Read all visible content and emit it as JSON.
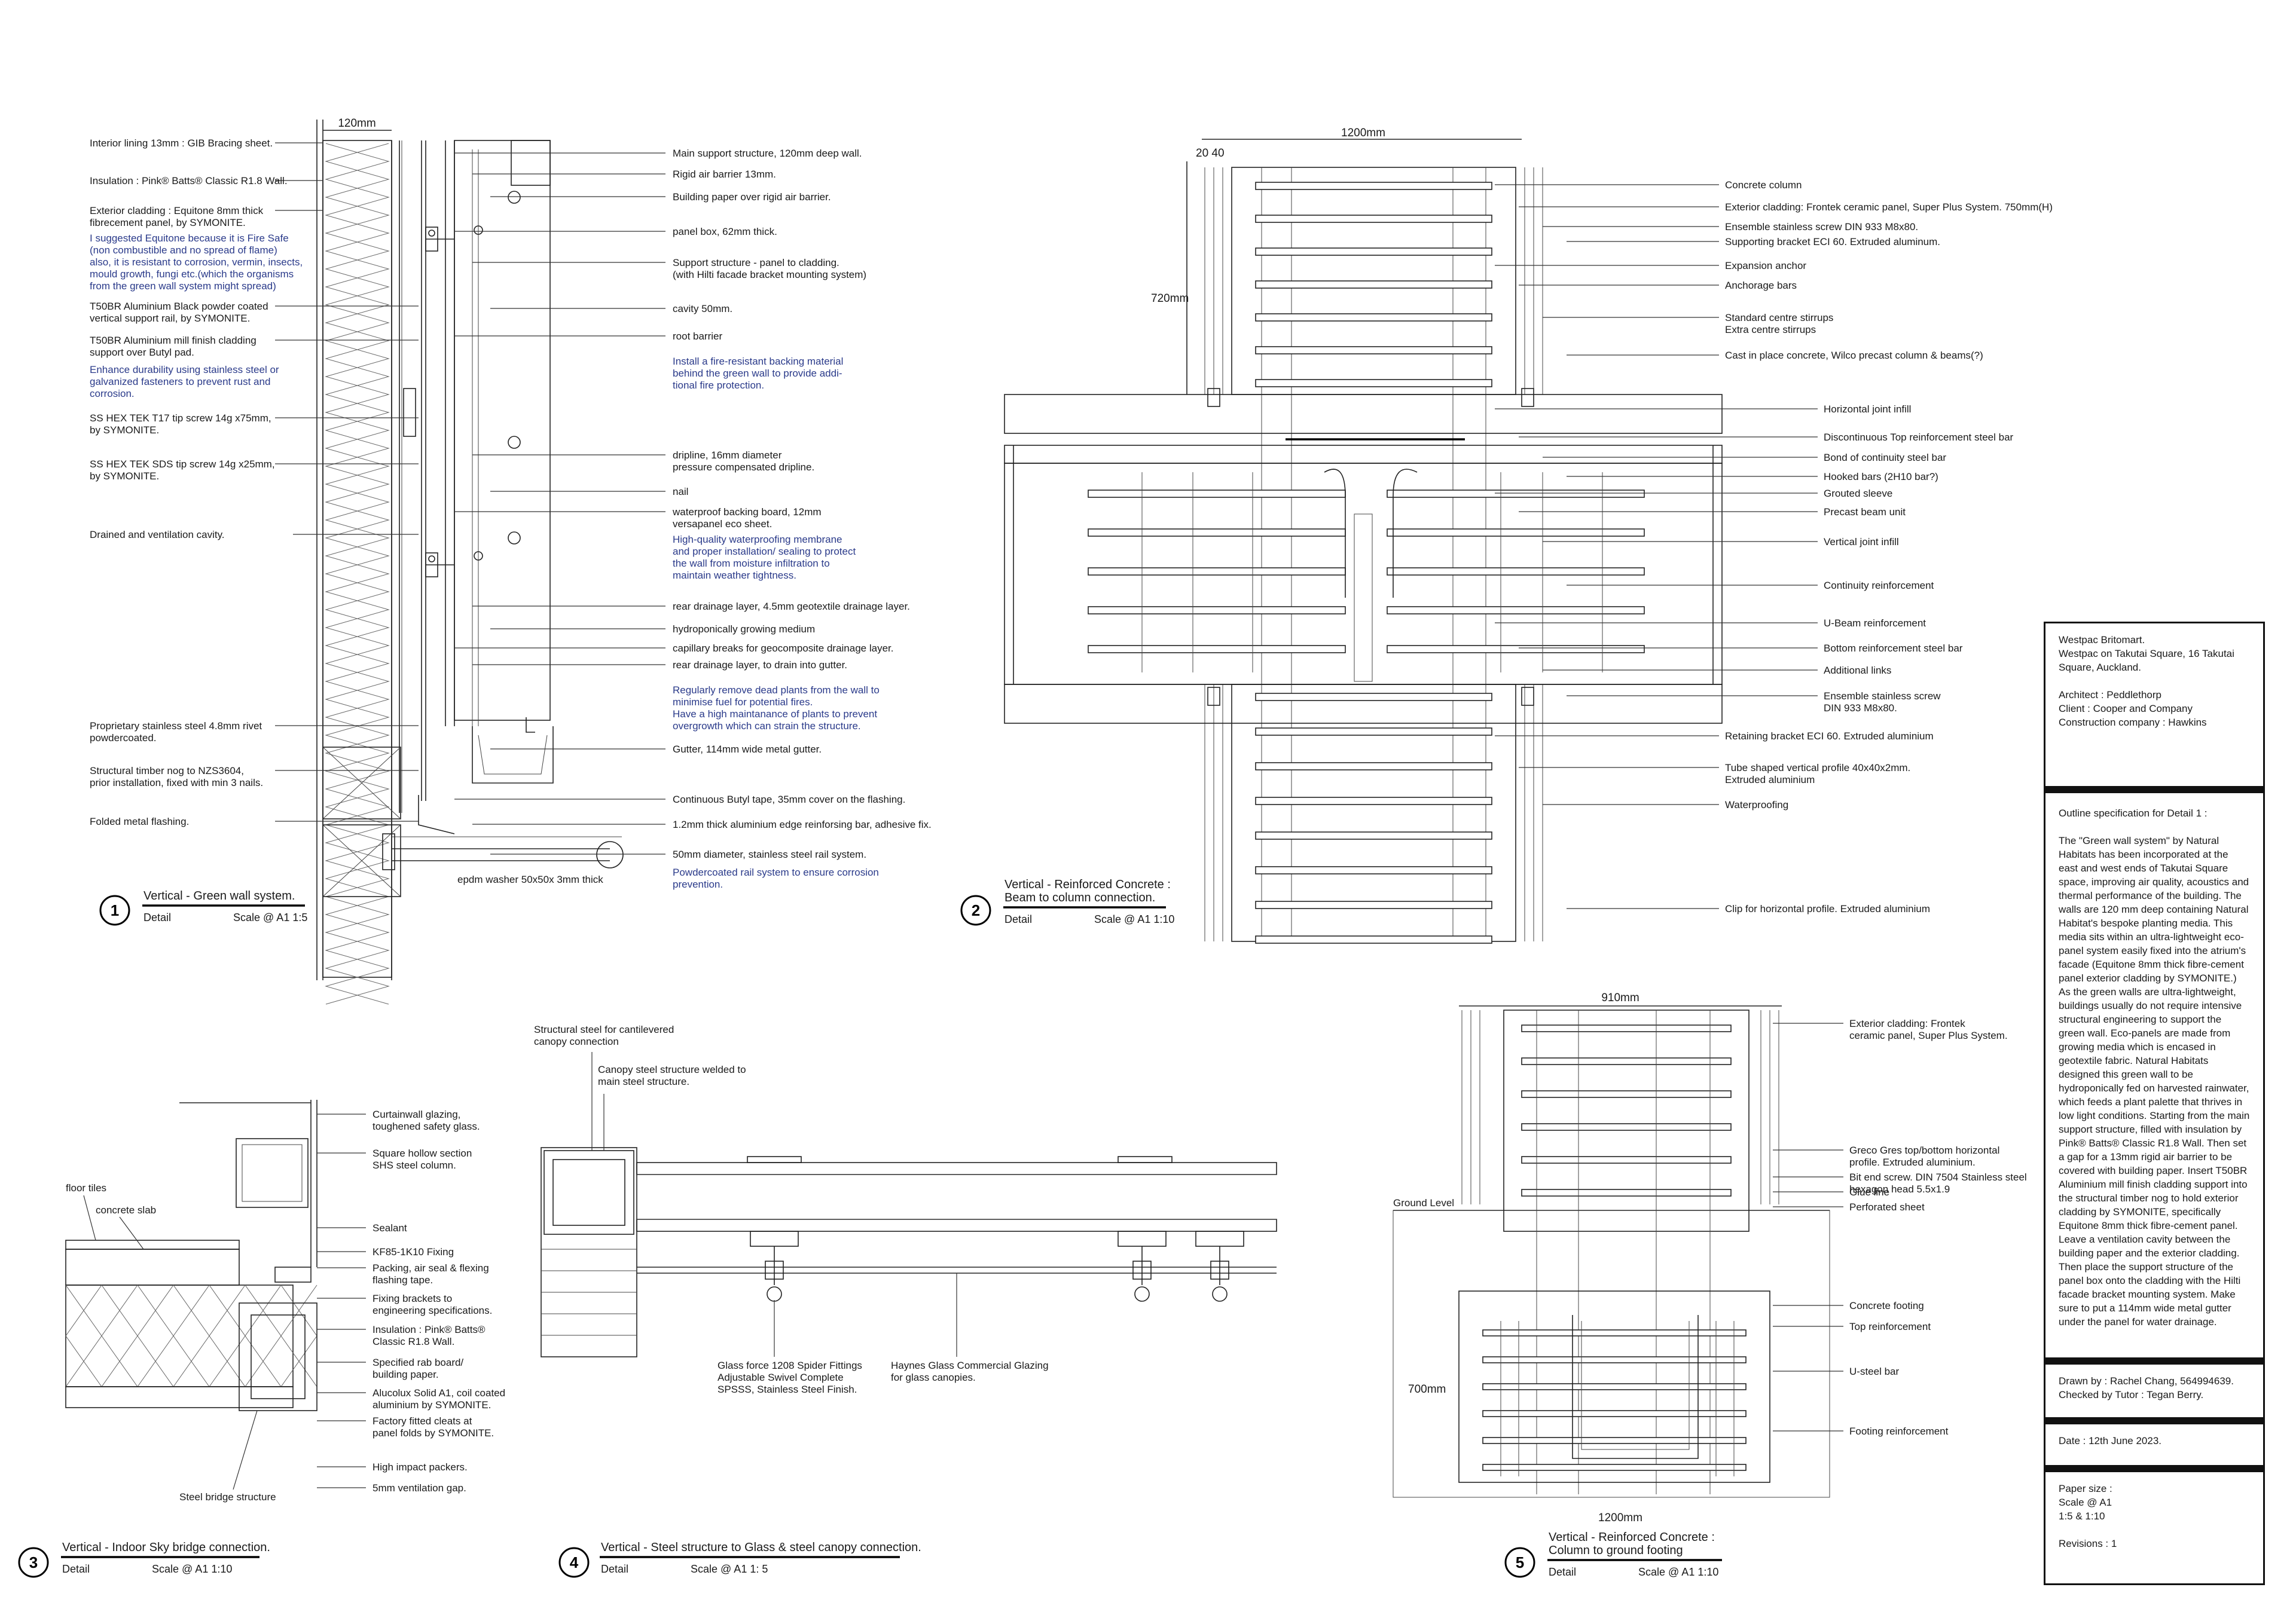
{
  "details": [
    {
      "number": "1",
      "title": "Vertical - Green wall system.",
      "detail": "Detail",
      "scale": "Scale @ A1   1:5"
    },
    {
      "number": "2",
      "title": "Vertical - Reinforced Concrete :",
      "title2": "Beam to column connection.",
      "detail": "Detail",
      "scale": "Scale @ A1   1:10"
    },
    {
      "number": "3",
      "title": "Vertical - Indoor Sky bridge connection.",
      "detail": "Detail",
      "scale": "Scale @ A1   1:10"
    },
    {
      "number": "4",
      "title": "Vertical - Steel structure to Glass & steel canopy connection.",
      "detail": "Detail",
      "scale": "Scale @ A1   1: 5"
    },
    {
      "number": "5",
      "title": "Vertical - Reinforced Concrete :",
      "title2": "Column to ground footing",
      "detail": "Detail",
      "scale": "Scale @ A1   1:10"
    }
  ],
  "d1": {
    "dim_top": "120mm",
    "left": [
      [
        "Interior lining 13mm : GIB Bracing sheet."
      ],
      [
        "Insulation : Pink® Batts® Classic R1.8 Wall."
      ],
      [
        "Exterior cladding : Equitone 8mm thick",
        "fibrecement panel, by SYMONITE."
      ],
      [
        "T50BR Aluminium Black powder coated",
        "vertical support rail, by SYMONITE."
      ],
      [
        "T50BR Aluminium mill finish cladding",
        "support over Butyl pad."
      ],
      [
        "SS HEX TEK T17 tip screw 14g x75mm,",
        "by SYMONITE."
      ],
      [
        "SS HEX TEK SDS tip screw 14g x25mm,",
        "by SYMONITE."
      ],
      [
        "Drained and ventilation cavity."
      ],
      [
        "Proprietary stainless steel 4.8mm rivet",
        "powdercoated."
      ],
      [
        "Structural timber nog to NZS3604,",
        "prior installation, fixed with min 3 nails."
      ],
      [
        "Folded metal flashing."
      ]
    ],
    "left_notes": [
      [
        "I suggested Equitone because it is Fire Safe",
        "(non combustible and no spread of flame)",
        "also, it is resistant to corrosion, vermin, insects,",
        "mould growth, fungi etc.(which the organisms",
        "from the green wall system might spread)"
      ],
      [
        "Enhance durability using stainless steel or",
        "galvanized fasteners to prevent rust and",
        "corrosion."
      ]
    ],
    "right": [
      [
        "Main support structure, 120mm deep wall."
      ],
      [
        "Rigid air barrier 13mm."
      ],
      [
        "Building paper over rigid air barrier."
      ],
      [
        "panel box, 62mm thick."
      ],
      [
        "Support structure - panel to cladding.",
        "(with Hilti facade bracket mounting system)"
      ],
      [
        "cavity 50mm."
      ],
      [
        "root barrier"
      ],
      [
        "dripline, 16mm diameter",
        "pressure compensated dripline."
      ],
      [
        "nail"
      ],
      [
        "waterproof backing board, 12mm",
        "versapanel eco sheet."
      ],
      [
        "rear drainage layer, 4.5mm geotextile drainage layer."
      ],
      [
        "hydroponically growing medium"
      ],
      [
        "capillary breaks for geocomposite drainage layer."
      ],
      [
        "rear drainage layer, to drain into gutter."
      ],
      [
        "Gutter, 114mm wide metal gutter."
      ],
      [
        "Continuous Butyl tape, 35mm cover on the flashing."
      ],
      [
        "1.2mm thick aluminium edge reinforsing bar, adhesive fix."
      ],
      [
        "50mm diameter, stainless steel rail system."
      ],
      [
        "epdm washer 50x50x 3mm thick"
      ]
    ],
    "right_notes": [
      [
        "Install a fire-resistant backing material",
        "behind the green wall to provide addi-",
        "tional fire protection."
      ],
      [
        "High-quality waterproofing membrane",
        "and proper installation/ sealing to protect",
        "the wall from moisture infiltration to",
        "maintain weather tightness."
      ],
      [
        "Regularly remove dead plants from the wall to",
        "minimise fuel for potential fires.",
        "Have a high maintanance of plants to prevent",
        "overgrowth which can strain the structure."
      ],
      [
        "Powdercoated rail system to ensure corrosion",
        "prevention."
      ]
    ]
  },
  "d2": {
    "dim_top": "1200mm",
    "dim_small": "20 40",
    "dim_side": "720mm",
    "right": [
      [
        "Concrete column"
      ],
      [
        "Exterior cladding: Frontek ceramic panel, Super Plus System. 750mm(H)"
      ],
      [
        "Ensemble stainless screw DIN 933 M8x80."
      ],
      [
        "Supporting bracket ECI 60. Extruded aluminum."
      ],
      [
        "Expansion anchor"
      ],
      [
        "Anchorage bars"
      ],
      [
        "Standard centre stirrups",
        "Extra centre stirrups"
      ],
      [
        "Cast in place concrete, Wilco precast column & beams(?)"
      ],
      [
        "Horizontal joint infill"
      ],
      [
        "Discontinuous Top reinforcement steel bar"
      ],
      [
        "Bond of continuity steel bar"
      ],
      [
        "Hooked bars (2H10 bar?)"
      ],
      [
        "Grouted sleeve"
      ],
      [
        "Precast beam unit"
      ],
      [
        "Vertical joint infill"
      ],
      [
        "Continuity reinforcement"
      ],
      [
        "U-Beam reinforcement"
      ],
      [
        "Bottom reinforcement steel bar"
      ],
      [
        "Additional links"
      ],
      [
        "Ensemble stainless screw",
        "DIN 933 M8x80."
      ],
      [
        "Retaining bracket ECI 60. Extruded aluminium"
      ],
      [
        "Tube shaped vertical profile 40x40x2mm.",
        "Extruded aluminium"
      ],
      [
        "Waterproofing"
      ],
      [
        "Clip for horizontal profile. Extruded aluminium"
      ]
    ]
  },
  "d3": {
    "left": [
      [
        "floor tiles"
      ],
      [
        "concrete slab"
      ]
    ],
    "bottom": "Steel bridge structure",
    "right": [
      [
        "Curtainwall glazing,",
        "toughened safety glass."
      ],
      [
        "Square hollow section",
        "SHS steel column."
      ],
      [
        "Sealant"
      ],
      [
        "KF85-1K10 Fixing"
      ],
      [
        "Packing, air seal & flexing",
        "flashing tape."
      ],
      [
        "Fixing brackets to",
        "engineering specifications."
      ],
      [
        "Insulation : Pink® Batts®",
        "Classic R1.8 Wall."
      ],
      [
        "Specified rab board/",
        "building paper."
      ],
      [
        "Alucolux Solid A1, coil coated",
        "aluminium by SYMONITE."
      ],
      [
        "Factory fitted cleats at",
        "panel folds by SYMONITE."
      ],
      [
        "High impact packers."
      ],
      [
        "5mm ventilation gap."
      ]
    ]
  },
  "d4": {
    "top": [
      [
        "Structural steel for cantilevered",
        "canopy connection"
      ],
      [
        "Canopy steel structure welded to",
        "main steel structure."
      ]
    ],
    "bottom": [
      [
        "Glass force 1208 Spider Fittings",
        "Adjustable Swivel Complete",
        "SPSSS, Stainless Steel Finish."
      ],
      [
        "Haynes Glass Commercial Glazing",
        "for glass canopies."
      ]
    ]
  },
  "d5": {
    "dim_top": "910mm",
    "dim_side": "700mm",
    "dim_bottom": "1200mm",
    "ground": "Ground Level",
    "right": [
      [
        "Exterior cladding: Frontek",
        "ceramic panel, Super Plus System."
      ],
      [
        "Greco Gres top/bottom horizontal",
        "profile. Extruded aluminium."
      ],
      [
        "Bit end screw. DIN 7504 Stainless steel",
        "hexagon head 5.5x1.9"
      ],
      [
        "Glue line"
      ],
      [
        "Perforated sheet"
      ],
      [
        "Concrete footing"
      ],
      [
        "Top reinforcement"
      ],
      [
        "U-steel bar"
      ],
      [
        "Footing reinforcement"
      ]
    ]
  },
  "title_block": {
    "project": [
      "Westpac Britomart.",
      "Westpac on Takutai Square, 16 Takutai",
      "Square, Auckland.",
      "",
      "Architect : Peddlethorp",
      "Client : Cooper and Company",
      "Construction company : Hawkins"
    ],
    "spec_title": "Outline specification for Detail 1 :",
    "spec_body": "The \"Green wall system\" by Natural Habitats has been incorporated at the east and west ends of Takutai Square space, improving air quality, acoustics and thermal performance of the building. The walls are 120 mm deep containing Natural Habitat's bespoke planting media. This media sits within an ultra-lightweight eco-panel system easily fixed into the atrium's facade (Equitone 8mm thick fibre-cement panel exterior cladding by SYMONITE.) As the green walls are ultra-lightweight, buildings usually do not require intensive structural engineering to support the green wall. Eco-panels are made from growing media which is encased in geotextile fabric. Natural Habitats designed this green wall to be hydroponically fed on harvested rainwater, which feeds a plant palette that thrives in low light conditions. Starting from the main support structure, filled with insulation by Pink® Batts® Classic R1.8 Wall. Then set a gap for a 13mm rigid air barrier to be covered with building paper. Insert T50BR Aluminium mill finish cladding support into the structural timber nog to hold exterior cladding by SYMONITE, specifically Equitone 8mm thick fibre-cement panel. Leave a ventilation cavity between the building paper and the exterior cladding. Then place the support structure of the panel box onto the cladding with the Hilti facade bracket mounting system. Make sure to put a 114mm wide metal gutter under the panel for water drainage.",
    "drawn": [
      "Drawn by : Rachel Chang, 564994639.",
      "Checked by Tutor : Tegan Berry."
    ],
    "date": "Date : 12th June 2023.",
    "paper": [
      "Paper size :",
      "Scale @ A1",
      "1:5 & 1:10",
      "",
      "Revisions : 1"
    ]
  }
}
